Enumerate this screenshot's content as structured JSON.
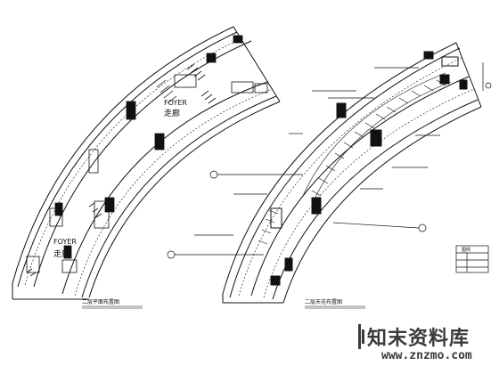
{
  "left_plan": {
    "foyer_upper_en": "FOYER",
    "foyer_upper_cn": "走廊",
    "foyer_lower_en": "FOYER",
    "foyer_lower_cn": "走廊",
    "caption": "二层平面布置图"
  },
  "right_plan": {
    "caption": "二层天花布置图"
  },
  "legend": {
    "title": "图例"
  },
  "watermark": {
    "main": "知末资料库",
    "url": "www.znzmo.com"
  }
}
